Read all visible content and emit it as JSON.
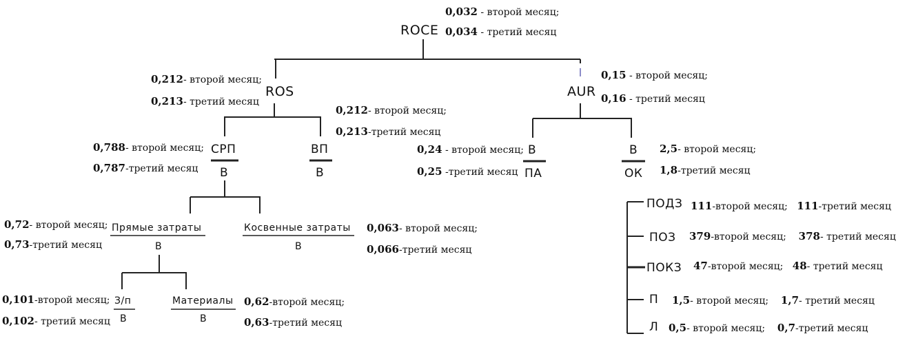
{
  "root": {
    "name": "ROCE",
    "m2": "0,032",
    "m2_suffix": " - второй месяц;",
    "m3": "0,034",
    "m3_suffix": " - третий месяц"
  },
  "ros": {
    "name": "ROS",
    "m2": "0,212",
    "m2_suffix": "- второй месяц;",
    "m3": "0,213",
    "m3_suffix": "- третий месяц"
  },
  "aur": {
    "name": "AUR",
    "m2": "0,15",
    "m2_suffix": " - второй месяц;",
    "m3": "0,16",
    "m3_suffix": " - третий месяц"
  },
  "srp": {
    "name": "СРП",
    "denom": "В",
    "m2": "0,788",
    "m2_suffix": "- второй месяц;",
    "m3": "0,787",
    "m3_suffix": "-третий месяц"
  },
  "vp": {
    "name": "ВП",
    "denom": "В",
    "m2": "0,212",
    "m2_suffix": "- второй месяц;",
    "m3": "0,213",
    "m3_suffix": "-третий месяц"
  },
  "vpa": {
    "name": "В",
    "denom": "ПА",
    "m2": "0,24",
    "m2_suffix": " - второй месяц;",
    "m3": "0,25",
    "m3_suffix": " -третий месяц"
  },
  "vok": {
    "name": "В",
    "denom": "ОК",
    "m2": "2,5",
    "m2_suffix": "- второй месяц;",
    "m3": "1,8",
    "m3_suffix": "-третий месяц"
  },
  "direct": {
    "name": "Прямые затраты",
    "denom": "В",
    "m2": "0,72",
    "m2_suffix": "- второй месяц;",
    "m3": "0,73",
    "m3_suffix": "-третий месяц"
  },
  "indirect": {
    "name": "Косвенные затраты",
    "denom": "В",
    "m2": "0,063",
    "m2_suffix": "- второй месяц;",
    "m3": "0,066",
    "m3_suffix": "-третий месяц"
  },
  "wages": {
    "name": "З/п",
    "denom": "В",
    "m2": "0,101",
    "m2_suffix": "-второй месяц;",
    "m3": "0,102",
    "m3_suffix": "- третий месяц"
  },
  "materials": {
    "name": "Материалы",
    "denom": "В",
    "m2": "0,62",
    "m2_suffix": "-второй месяц;",
    "m3": "0,63",
    "m3_suffix": "-третий месяц"
  },
  "right_list": [
    {
      "name": "ПОДЗ",
      "v2": "111",
      "s2": "-второй месяц;",
      "v3": "111",
      "s3": "-третий месяц"
    },
    {
      "name": "ПОЗ",
      "v2": "379",
      "s2": "-второй месяц;",
      "v3": "378",
      "s3": "- третий месяц"
    },
    {
      "name": "ПОКЗ",
      "v2": "47",
      "s2": "-второй месяц;",
      "v3": "48",
      "s3": "- третий месяц"
    },
    {
      "name": "П",
      "v2": "1,5",
      "s2": "- второй месяц;",
      "v3": "1,7",
      "s3": "- третий месяц"
    },
    {
      "name": "Л",
      "v2": "0,5",
      "s2": "- второй месяц;",
      "v3": "0,7",
      "s3": "-третий месяц"
    }
  ]
}
